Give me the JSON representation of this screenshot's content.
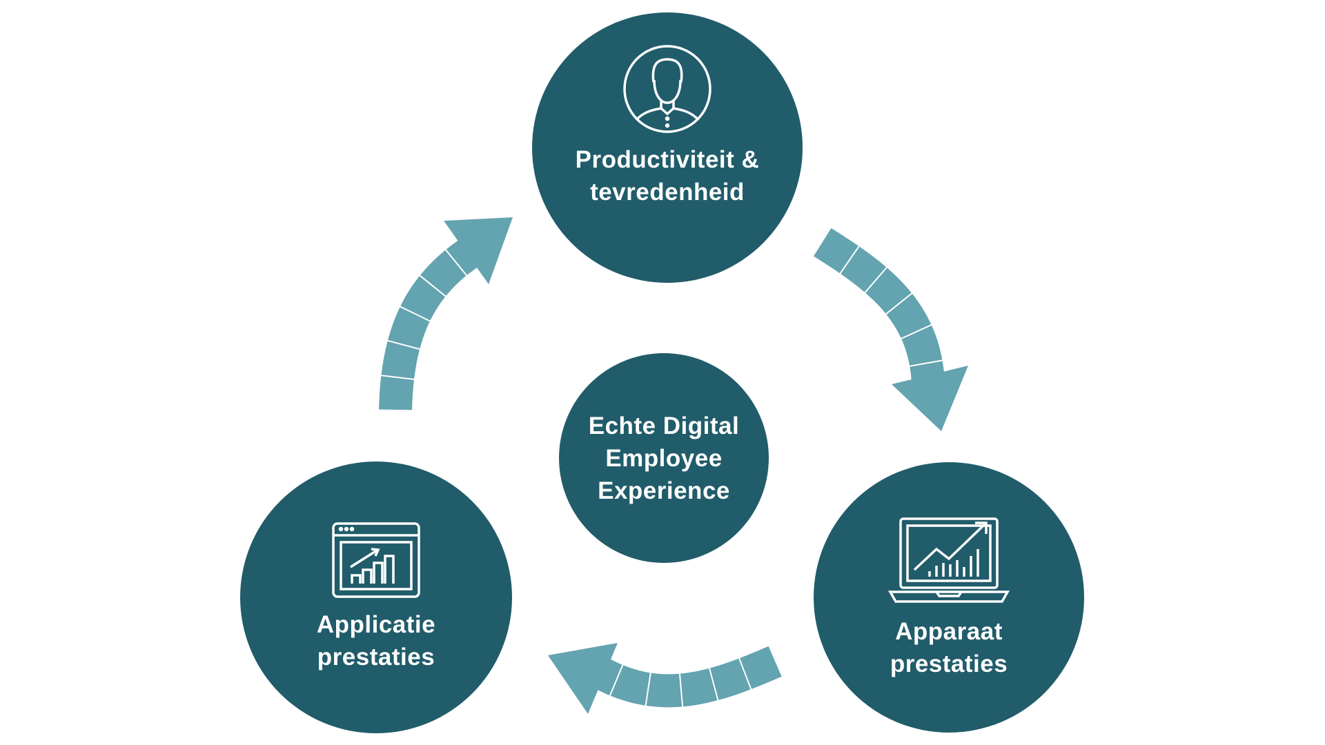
{
  "colors": {
    "circle": "#215c6a",
    "arrow": "#64a3b0",
    "text": "#ffffff"
  },
  "nodes": {
    "top": {
      "label": "Productiviteit &\ntevredenheid",
      "icon": "person-icon"
    },
    "center": {
      "label": "Echte Digital\nEmployee\nExperience"
    },
    "left": {
      "label": "Applicatie\nprestaties",
      "icon": "app-chart-icon"
    },
    "right": {
      "label": "Apparaat\nprestaties",
      "icon": "laptop-chart-icon"
    }
  }
}
